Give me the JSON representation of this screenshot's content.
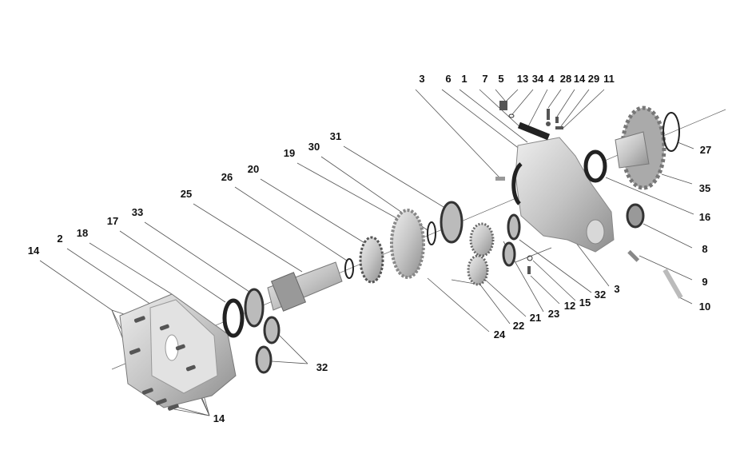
{
  "diagram": {
    "type": "exploded parts view",
    "part_labels": {
      "top": [
        "3",
        "6",
        "1",
        "7",
        "5",
        "13",
        "34",
        "4",
        "28",
        "14",
        "29",
        "11"
      ],
      "right": [
        "27",
        "35",
        "16",
        "8",
        "9",
        "10"
      ],
      "lower_middle": [
        "3",
        "32",
        "15",
        "12",
        "23",
        "21",
        "22",
        "24"
      ],
      "left": [
        "31",
        "30",
        "19",
        "20",
        "26",
        "25",
        "33",
        "17",
        "18",
        "2",
        "14"
      ],
      "bottom": [
        "32",
        "14"
      ]
    },
    "colors": {
      "part": "#c9c9c9",
      "part_dark": "#2a2a2a",
      "leader": "#555555",
      "label": "#111111"
    }
  }
}
